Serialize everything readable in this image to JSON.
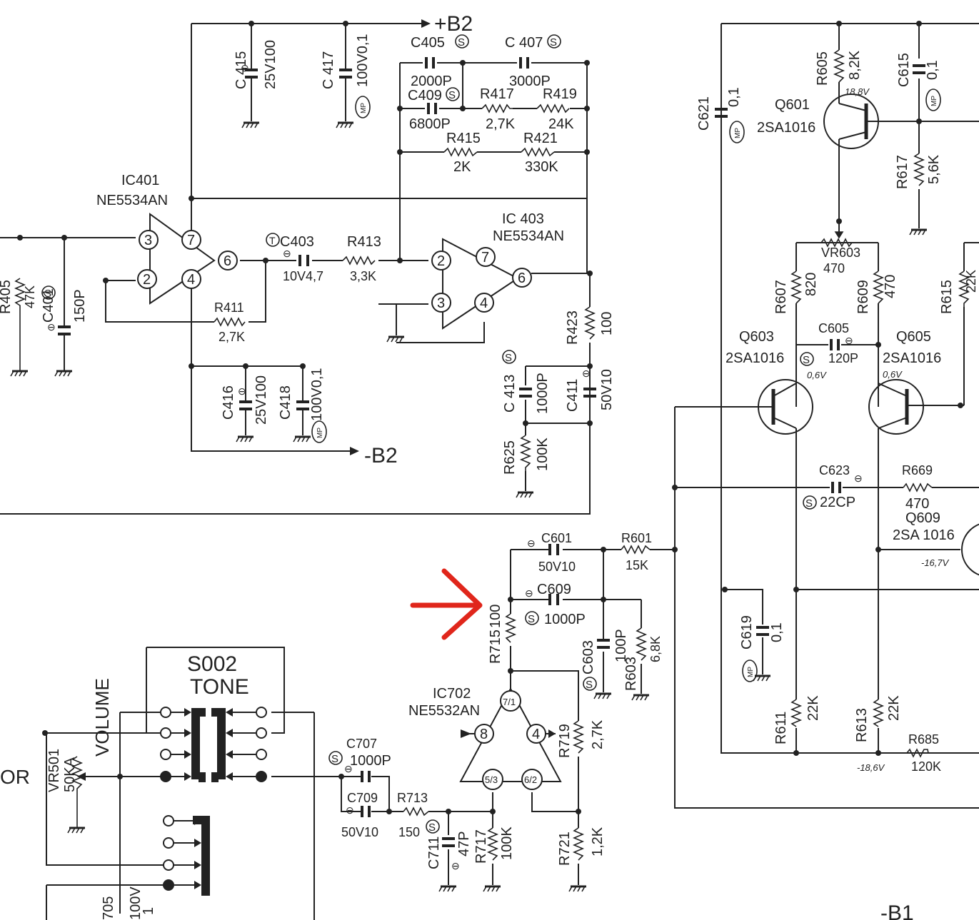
{
  "rails": {
    "pos_b2": "+B2",
    "neg_b2": "-B2",
    "neg_b1": "-B1"
  },
  "ics": {
    "ic401": {
      "ref": "IC401",
      "part": "NE5534AN",
      "pins": [
        "3",
        "2",
        "7",
        "4",
        "6"
      ]
    },
    "ic403": {
      "ref": "IC 403",
      "part": "NE5534AN",
      "pins": [
        "2",
        "3",
        "7",
        "4",
        "6"
      ]
    },
    "ic702": {
      "ref": "IC702",
      "part": "NE5532AN",
      "pins": [
        "7/1",
        "8",
        "4",
        "5/3",
        "6/2"
      ]
    }
  },
  "transistors": {
    "q601": {
      "ref": "Q601",
      "part": "2SA1016",
      "voltage": "18,8V"
    },
    "q603": {
      "ref": "Q603",
      "part": "2SA1016",
      "voltage": "0,6V"
    },
    "q605": {
      "ref": "Q605",
      "part": "2SA1016",
      "voltage": "0,6V"
    },
    "q609": {
      "ref": "Q609",
      "part": "2SA 1016",
      "voltage": "-16,7V"
    }
  },
  "resistors": {
    "r405": {
      "ref": "R405",
      "value": "47K"
    },
    "r411": {
      "ref": "R411",
      "value": "2,7K"
    },
    "r413": {
      "ref": "R413",
      "value": "3,3K"
    },
    "r415": {
      "ref": "R415",
      "value": "2K"
    },
    "r417": {
      "ref": "R417",
      "value": "2,7K"
    },
    "r419": {
      "ref": "R419",
      "value": "24K"
    },
    "r421": {
      "ref": "R421",
      "value": "330K"
    },
    "r423": {
      "ref": "R423",
      "value": "100"
    },
    "r625": {
      "ref": "R625",
      "value": "100K"
    },
    "r601": {
      "ref": "R601",
      "value": "15K"
    },
    "r603": {
      "ref": "R603",
      "value": "6,8K"
    },
    "r605": {
      "ref": "R605",
      "value": "8,2K"
    },
    "r607": {
      "ref": "R607",
      "value": "820"
    },
    "r609": {
      "ref": "R609",
      "value": "470"
    },
    "r611": {
      "ref": "R611",
      "value": "22K"
    },
    "r613": {
      "ref": "R613",
      "value": "22K"
    },
    "r615": {
      "ref": "R615",
      "value": "22K"
    },
    "r617": {
      "ref": "R617",
      "value": "5,6K"
    },
    "r669": {
      "ref": "R669",
      "value": "470"
    },
    "r685": {
      "ref": "R685",
      "value": "120K"
    },
    "r713": {
      "ref": "R713",
      "value": "150"
    },
    "r715": {
      "ref": "R715",
      "value": "100"
    },
    "r717": {
      "ref": "R717",
      "value": "100K"
    },
    "r719": {
      "ref": "R719",
      "value": "2,7K"
    },
    "r721": {
      "ref": "R721",
      "value": "1,2K"
    },
    "vr603": {
      "ref": "VR603",
      "value": "470"
    },
    "vr501": {
      "ref": "VR501",
      "value": "50KA"
    }
  },
  "capacitors": {
    "c401": {
      "ref": "C401",
      "value": "150P"
    },
    "c403": {
      "ref": "C403",
      "value": "10V4,7"
    },
    "c405": {
      "ref": "C405",
      "value": "2000P"
    },
    "c407": {
      "ref": "C 407",
      "value": "3000P"
    },
    "c409": {
      "ref": "C409",
      "value": "6800P"
    },
    "c411": {
      "ref": "C411",
      "value": "50V10"
    },
    "c413": {
      "ref": "C 413",
      "value": "1000P"
    },
    "c415": {
      "ref": "C 415",
      "value": "25V100"
    },
    "c416": {
      "ref": "C416",
      "value": "25V100"
    },
    "c417": {
      "ref": "C 417",
      "value": "100V0,1"
    },
    "c418": {
      "ref": "C418",
      "value": "100V0,1"
    },
    "c601": {
      "ref": "C601",
      "value": "50V10"
    },
    "c603": {
      "ref": "C603",
      "value": "100P"
    },
    "c605": {
      "ref": "C605",
      "value": "120P"
    },
    "c609": {
      "ref": "C609",
      "value": "1000P"
    },
    "c615": {
      "ref": "C615",
      "value": "0,1"
    },
    "c619": {
      "ref": "C619",
      "value": "0,1"
    },
    "c621": {
      "ref": "C621",
      "value": "0,1"
    },
    "c623": {
      "ref": "C623",
      "value": "22CP"
    },
    "c705": {
      "ref": "705",
      "value": "100V"
    },
    "c707": {
      "ref": "C707",
      "value": "1000P"
    },
    "c709": {
      "ref": "C709",
      "value": "50V10"
    },
    "c711": {
      "ref": "C711",
      "value": "47P"
    }
  },
  "switch": {
    "ref": "S002",
    "name": "TONE"
  },
  "volume": {
    "label": "VOLUME"
  },
  "misc": {
    "mp": "MP",
    "s_mark": "S",
    "t_mark": "T",
    "left_text": "OR",
    "v_r613": "-18,6V",
    "c705_extra": "1"
  },
  "annotation_color": "#e0261b"
}
